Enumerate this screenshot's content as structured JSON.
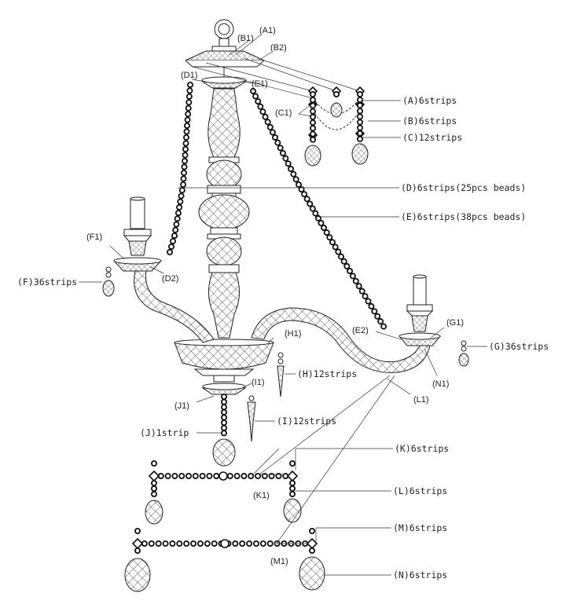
{
  "parts": {
    "A1": "(A1)",
    "B1": "(B1)",
    "B2": "(B2)",
    "C1": "(C1)",
    "D1": "(D1)",
    "E1": "(E1)",
    "D2": "(D2)",
    "E2": "(E2)",
    "F1": "(F1)",
    "G1": "(G1)",
    "H1": "(H1)",
    "I1": "(I1)",
    "J1": "(J1)",
    "K1": "(K1)",
    "L1": "(L1)",
    "M1": "(M1)",
    "N1": "(N1)"
  },
  "callouts": {
    "A": "(A)6strips",
    "B": "(B)6strips",
    "C": "(C)12strips",
    "D": "(D)6strips(25pcs beads)",
    "E": "(E)6strips(38pcs beads)",
    "F": "(F)36strips",
    "G": "(G)36strips",
    "H": "(H)12strips",
    "I": "(I)12strips",
    "J": "(J)1strip",
    "K": "(K)6strips",
    "L": "(L)6strips",
    "M": "(M)6strips",
    "N": "(N)6strips"
  }
}
